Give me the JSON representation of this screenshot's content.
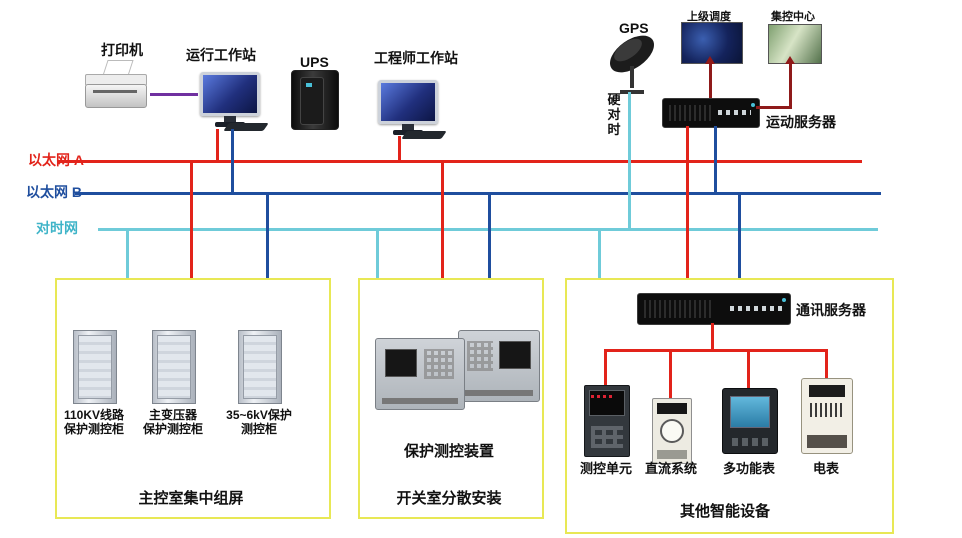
{
  "colors": {
    "ethernet_a": "#e2231a",
    "ethernet_b": "#1f4e9e",
    "time_sync": "#6fcbd9",
    "printer_link": "#7030a0",
    "uplink": "#8f1a1a",
    "panel_border": "#e8e855"
  },
  "top": {
    "printer": "打印机",
    "operator_workstation": "运行工作站",
    "ups": "UPS",
    "engineer_workstation": "工程师工作站",
    "gps": "GPS",
    "superior_dispatch": "上级调度",
    "control_center": "集控中心",
    "telecontrol_server": "运动服务器",
    "hard_time_sync": "硬对时"
  },
  "buses": {
    "ethernet_a": "以太网 A",
    "ethernet_b": "以太网 B",
    "time_sync": "对时网"
  },
  "panel_main_control": {
    "cabinets": [
      {
        "line1": "110KV线路",
        "line2": "保护测控柜"
      },
      {
        "line1": "主变压器",
        "line2": "保护测控柜"
      },
      {
        "line1": "35~6kV保护",
        "line2": "测控柜"
      }
    ],
    "caption": "主控室集中组屏"
  },
  "panel_switchgear": {
    "device_label": "保护测控装置",
    "caption": "开关室分散安装"
  },
  "panel_smart_devices": {
    "comm_server": "通讯服务器",
    "devices": [
      "测控单元",
      "直流系统",
      "多功能表",
      "电表"
    ],
    "caption": "其他智能设备"
  }
}
